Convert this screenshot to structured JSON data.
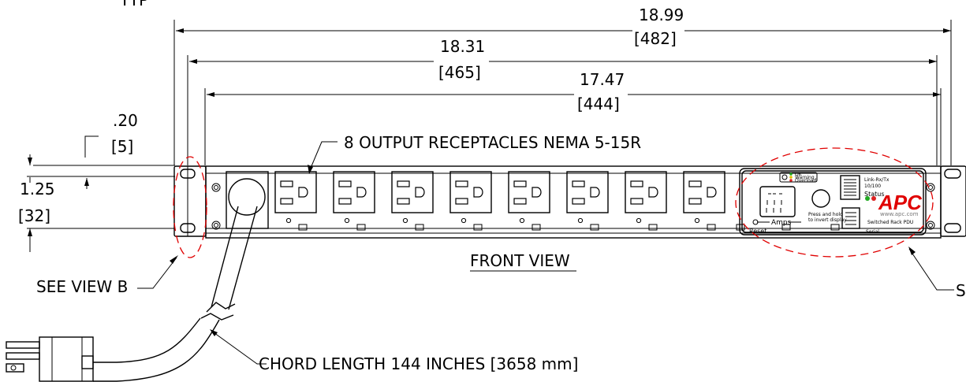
{
  "drawing": {
    "top_fragment": "TTP",
    "dimensions": [
      {
        "value": "18.99",
        "metric": "[482]"
      },
      {
        "value": "18.31",
        "metric": "[465]"
      },
      {
        "value": "17.47",
        "metric": "[444]"
      },
      {
        "value": ".20",
        "metric": "[5]"
      },
      {
        "value": "1.25",
        "metric": "[32]"
      }
    ],
    "callouts": {
      "receptacles": "8 OUTPUT RECEPTACLES NEMA 5-15R",
      "front_view": "FRONT VIEW",
      "see_view_b": "SEE VIEW B",
      "right_cut": "SI",
      "cord_length": "CHORD LENGTH 144 INCHES [3658 mm]"
    },
    "panel": {
      "brand": "APC",
      "website": "www.apc.com",
      "product": "Switched Rack PDU",
      "amps_label": "Amps",
      "press_hold": "Press and hold",
      "invert_display": "to invert display",
      "reset": "Reset",
      "serial": "Serial",
      "status": "Status",
      "link_rx_tx": "Link-Rx/Tx",
      "speed": "10/100",
      "legend": [
        "OK",
        "Warning",
        "Overload"
      ]
    },
    "outlet_count": 8,
    "colors": {
      "line": "#000000",
      "dashed_highlight": "#e00000",
      "brand": "#e00000",
      "led_green": "#22aa22",
      "led_red": "#dd2222"
    }
  }
}
